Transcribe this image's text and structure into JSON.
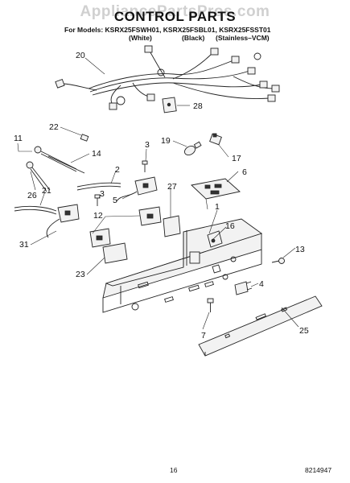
{
  "watermark": "AppliancePartsPros.com",
  "title": "CONTROL PARTS",
  "models_line": "For Models: KSRX25FSWH01, KSRX25FSBL01, KSRX25FSST01",
  "variants": [
    "(White)",
    "(Black)",
    "(Stainless–VCM)"
  ],
  "page_number": "16",
  "document_number": "8214947",
  "callouts": {
    "c20": "20",
    "c28": "28",
    "c19": "19",
    "c17": "17",
    "c22": "22",
    "c11": "11",
    "c14": "14",
    "c3a": "3",
    "c2": "2",
    "c6": "6",
    "c26": "26",
    "c21": "21",
    "c3b": "3",
    "c5": "5",
    "c27": "27",
    "c12": "12",
    "c1": "1",
    "c16": "16",
    "c31": "31",
    "c23": "23",
    "c13": "13",
    "c4": "4",
    "c7": "7",
    "c25": "25"
  }
}
